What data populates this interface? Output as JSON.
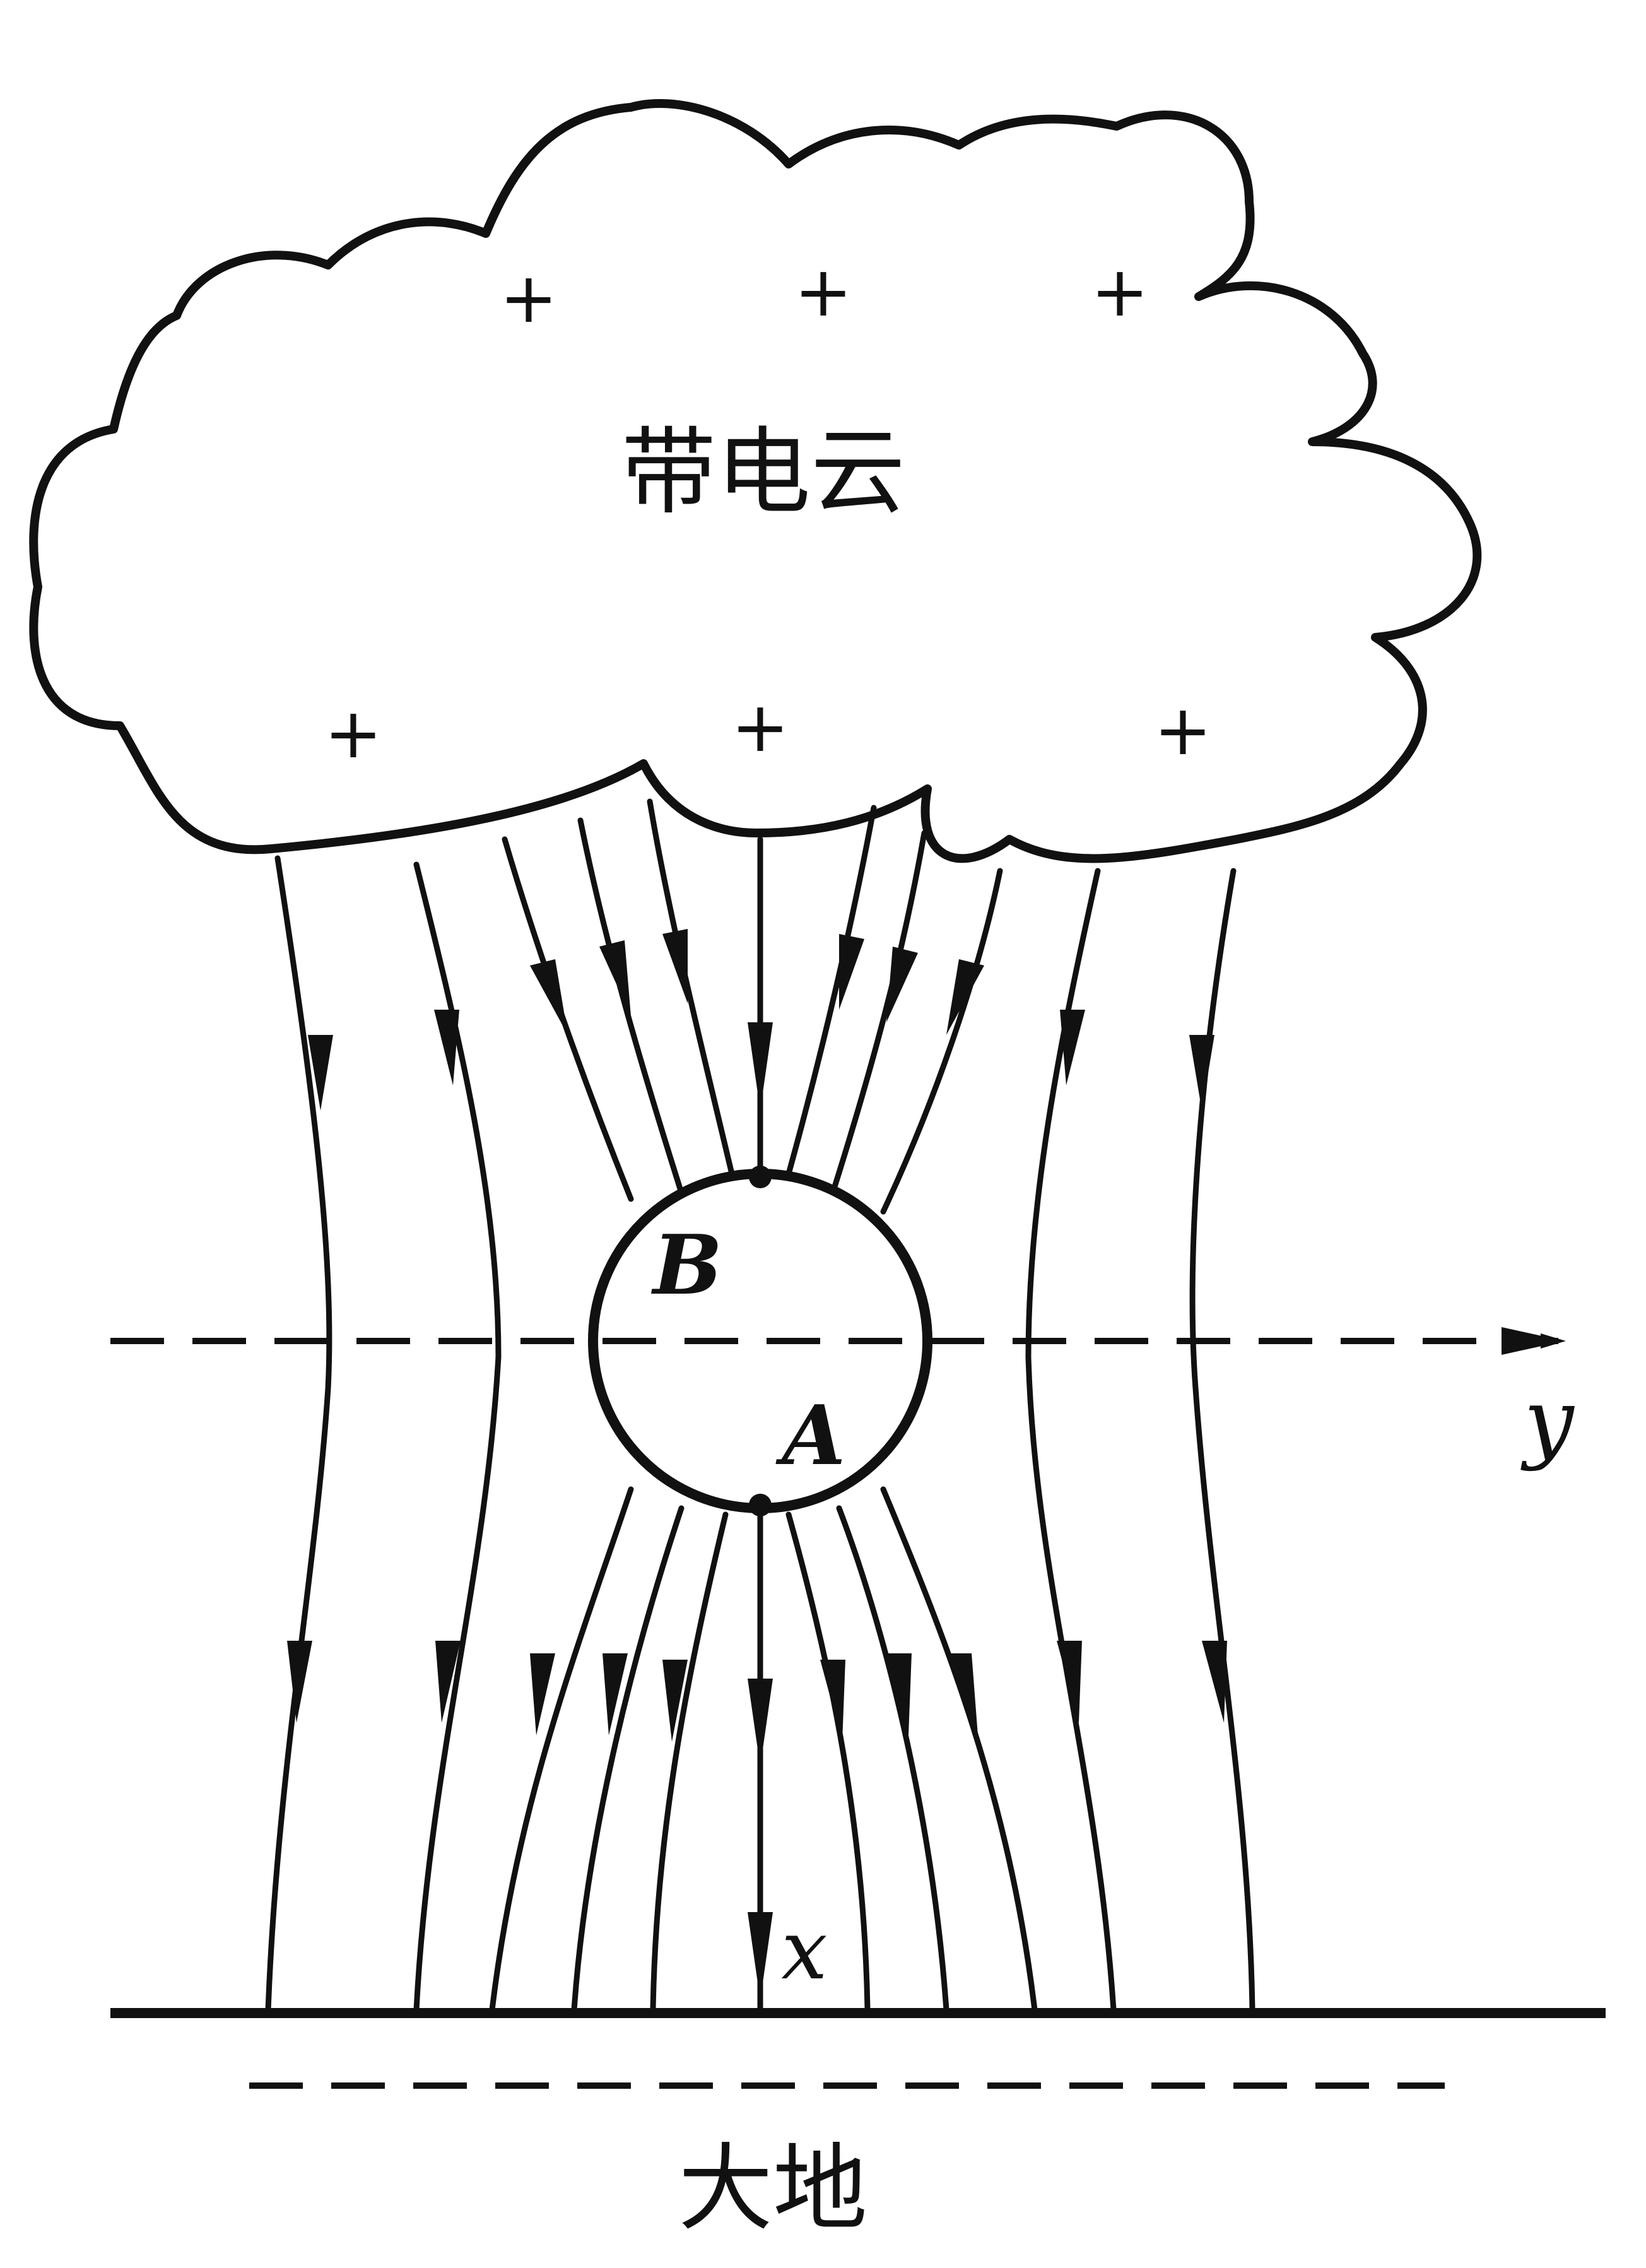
{
  "cloud": {
    "label": "带电云",
    "charges": [
      "+",
      "+",
      "+",
      "+",
      "+",
      "+"
    ]
  },
  "conductor": {
    "point_b": "B",
    "point_a": "A"
  },
  "axes": {
    "x_label": "x",
    "y_label": "y"
  },
  "ground": {
    "label": "大地"
  },
  "colors": {
    "ink": "#111111",
    "background": "#ffffff"
  }
}
